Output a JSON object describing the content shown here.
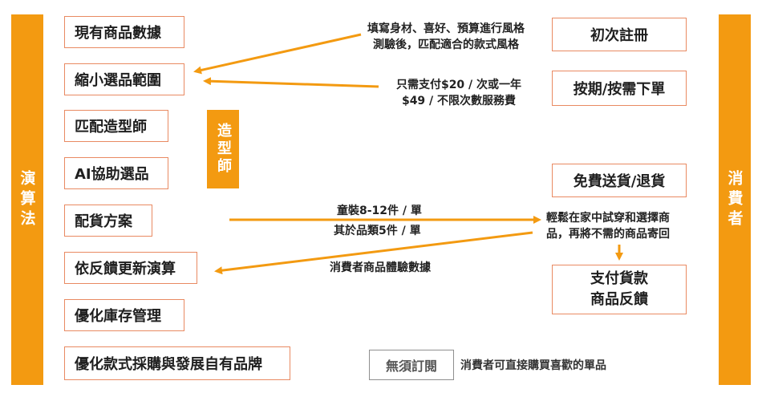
{
  "algorithm_label": "演算法",
  "consumer_label": "消費者",
  "stylist_tag": "造型師",
  "left_items": [
    "現有商品數據",
    "縮小選品範圍",
    "匹配造型師",
    "AI協助選品",
    "配貨方案",
    "依反饋更新演算",
    "優化庫存管理",
    "優化款式採購與發展自有品牌"
  ],
  "right_items": {
    "first_register": "初次註冊",
    "periodic_order": "按期/按需下單",
    "free_shipping": "免費送貨/退貨",
    "payment_line1": "支付貨款",
    "payment_line2": "商品反饋"
  },
  "notes": {
    "style_test_line1": "填寫身材、喜好、預算進行風格",
    "style_test_line2": "測驗後，匹配適合的款式風格",
    "fee_line1": "只需支付$20 / 次或一年",
    "fee_line2": "$49 / 不限次數服務費",
    "kids_qty": "童裝8-12件 / 單",
    "other_qty": "其於品類5件 / 單",
    "try_home_line1": "輕鬆在家中試穿和選擇商",
    "try_home_line2": "品，再將不需的商品寄回",
    "feedback_data": "消費者商品體驗數據"
  },
  "subscription": {
    "box_label": "無須訂閱",
    "description": "消費者可直接購買喜歡的單品"
  },
  "colors": {
    "accent": "#f39a11",
    "box_border": "#e98a62",
    "grey_border": "#8f8f8f"
  }
}
